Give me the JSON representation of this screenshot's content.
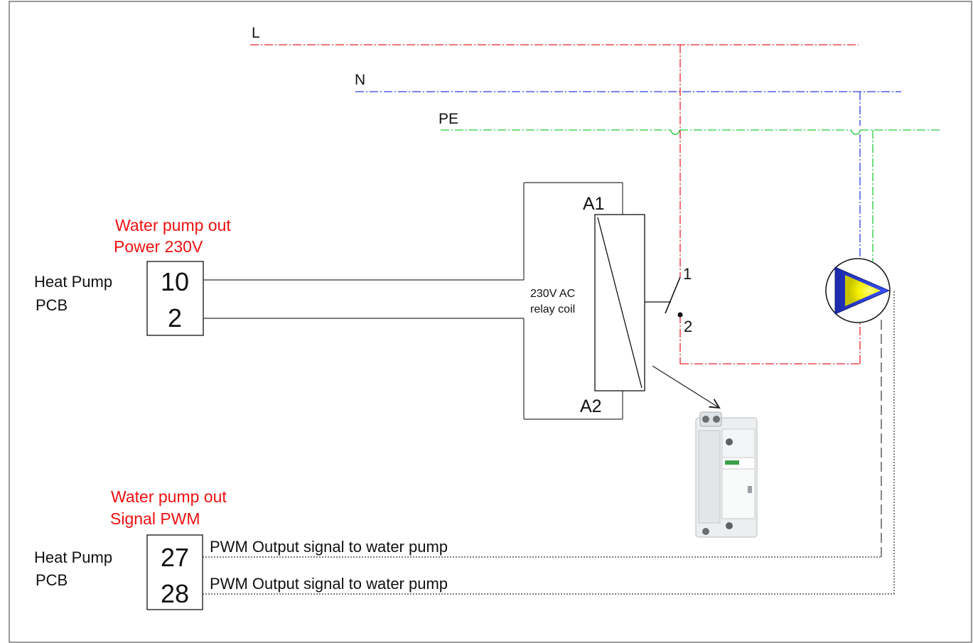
{
  "rails": {
    "line": "L",
    "neutral": "N",
    "earth": "PE"
  },
  "power_block": {
    "title_line1": "Water pump out",
    "title_line2": "Power 230V",
    "pcb_line1": "Heat Pump",
    "pcb_line2": "PCB",
    "terminal_top": "10",
    "terminal_bottom": "2"
  },
  "relay": {
    "terminal_a1": "A1",
    "terminal_a2": "A2",
    "coil_label_line1": "230V AC",
    "coil_label_line2": "relay coil",
    "contact_1": "1",
    "contact_2": "2"
  },
  "signal_block": {
    "title_line1": "Water pump out",
    "title_line2": "Signal PWM",
    "pcb_line1": "Heat Pump",
    "pcb_line2": "PCB",
    "terminal_top": "27",
    "terminal_bottom": "28",
    "wire_top_label": "PWM Output signal to water pump",
    "wire_bottom_label": "PWM Output signal to water pump"
  },
  "colors": {
    "line": "#e8212b",
    "neutral": "#2a3fe0",
    "earth": "#22c93a",
    "title_red": "#ee1111",
    "ink": "#111111",
    "pump_blue": "#2231c8",
    "pump_yellow": "#f4f000"
  },
  "icons": {
    "pump": "circulation-pump-icon",
    "contactor": "din-rail-contactor-icon"
  }
}
